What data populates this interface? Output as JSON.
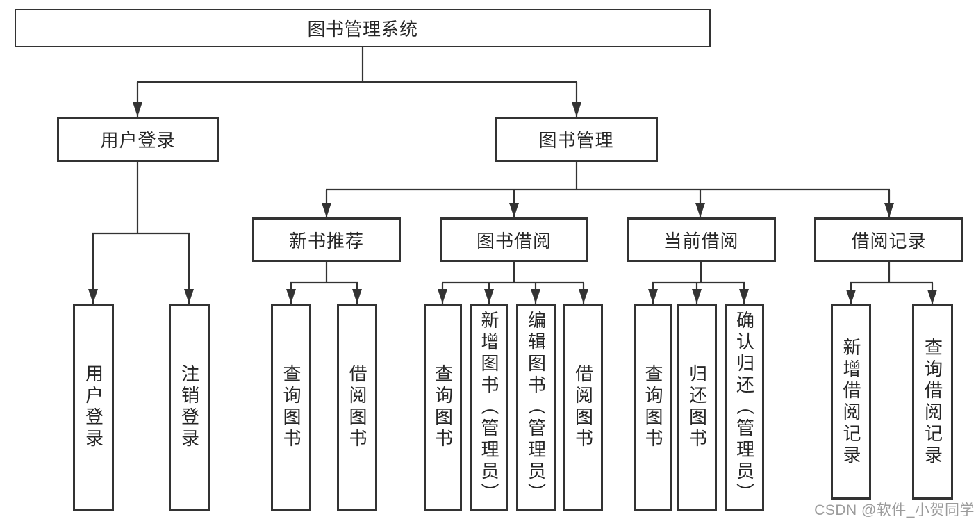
{
  "diagram_type": "functional-structure-tree",
  "colors": {
    "line": "#333333",
    "box_border": "#333333",
    "box_fill": "#ffffff",
    "text": "#262626",
    "watermark": "#9b9b9b",
    "background": "#ffffff"
  },
  "nodes": {
    "root": {
      "label": "图书管理系统"
    },
    "user_login": {
      "label": "用户登录"
    },
    "book_mgmt": {
      "label": "图书管理"
    },
    "user_login_action": {
      "label": "用户登录"
    },
    "logout_action": {
      "label": "注销登录"
    },
    "new_book_rec": {
      "label": "新书推荐"
    },
    "book_borrow": {
      "label": "图书借阅"
    },
    "current_borrow": {
      "label": "当前借阅"
    },
    "borrow_records": {
      "label": "借阅记录"
    },
    "rec_query_book": {
      "label": "查询图书"
    },
    "rec_borrow_book": {
      "label": "借阅图书"
    },
    "bb_query_book": {
      "label": "查询图书"
    },
    "bb_add_book": {
      "label": "新增图书（管理员）"
    },
    "bb_edit_book": {
      "label": "编辑图书（管理员）"
    },
    "bb_borrow_book": {
      "label": "借阅图书"
    },
    "cb_query_book": {
      "label": "查询图书"
    },
    "cb_return_book": {
      "label": "归还图书"
    },
    "cb_confirm_return": {
      "label": "确认归还（管理员）"
    },
    "br_add_record": {
      "label": "新增借阅记录"
    },
    "br_query_record": {
      "label": "查询借阅记录"
    }
  },
  "watermark": {
    "text": "CSDN @软件_小贺同学"
  }
}
